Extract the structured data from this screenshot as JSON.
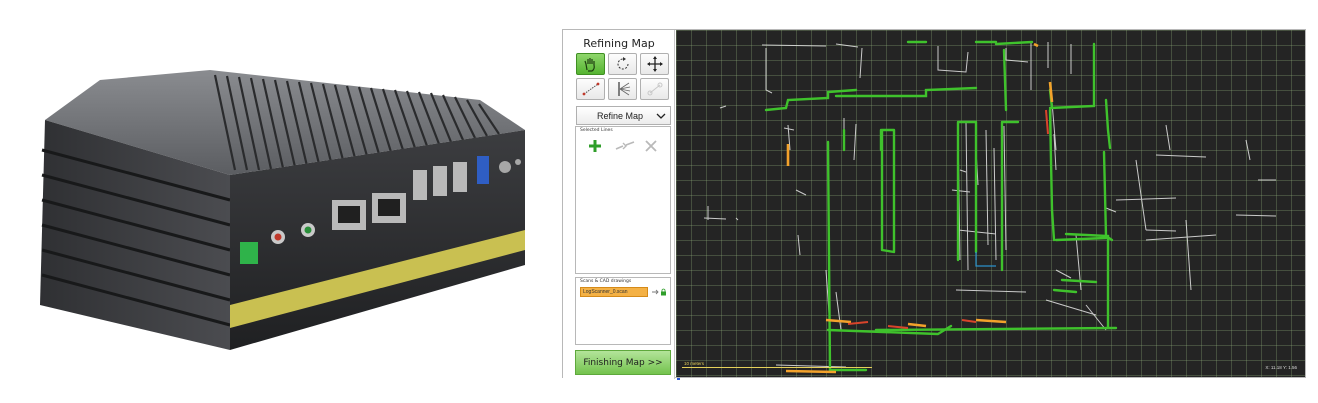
{
  "panel": {
    "title": "Refining Map",
    "tools": [
      {
        "icon": "hand-pan-icon",
        "active": true
      },
      {
        "icon": "rotate-icon",
        "active": false
      },
      {
        "icon": "move-arrows-icon",
        "active": false
      },
      {
        "icon": "measure-line-icon",
        "active": false
      },
      {
        "icon": "scan-rays-icon",
        "active": false
      },
      {
        "icon": "connect-nodes-icon",
        "active": false
      }
    ],
    "mode_select": {
      "value": "Refine Map",
      "icon": "chevron-down-icon"
    },
    "selected_lines": {
      "label": "Selected Lines",
      "actions": [
        "add-icon",
        "merge-icon",
        "delete-icon"
      ]
    },
    "cad_group": {
      "label": "Scans & CAD drawings",
      "items": [
        {
          "name": "LogScanner_0.scan",
          "icons": [
            "link-icon",
            "lock-icon"
          ]
        }
      ]
    },
    "finish_button": "Finishing Map >>"
  },
  "map": {
    "scale_label": "10 meters",
    "coordinates": "X: 11.18  Y: 1.56",
    "colors": {
      "background": "#242424",
      "grid": "#5d6e52",
      "walls": "#3fc22c",
      "raw_scan": "#e8e8e8",
      "highlight": "#f3a22b",
      "error": "#d9442b",
      "cursor_line": "#2a8fc9"
    }
  },
  "photo": {
    "label": "mini-pc-product-photo"
  }
}
